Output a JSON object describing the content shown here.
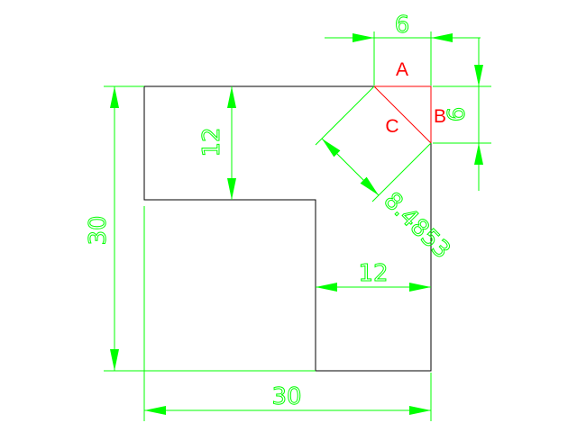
{
  "dimensions": {
    "top_width": "6",
    "right_height": "6",
    "upper_arm_height": "12",
    "lower_arm_width": "12",
    "overall_height": "30",
    "overall_width": "30",
    "diagonal": "8.4853"
  },
  "labels": {
    "a": "A",
    "b": "B",
    "c": "C"
  },
  "colors": {
    "outline": "#000000",
    "dimension": "#00ff00",
    "label": "#ff0000"
  }
}
